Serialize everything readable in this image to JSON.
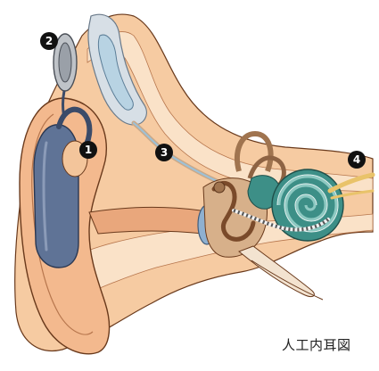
{
  "caption": "人工内耳図",
  "markers": [
    {
      "label": "1"
    },
    {
      "label": "2"
    },
    {
      "label": "3"
    },
    {
      "label": "4"
    }
  ],
  "colors": {
    "skin": "#f6cba2",
    "skin_light": "#fae2c8",
    "skin_dark": "#e9a77c",
    "outline": "#6a3a1c",
    "device_blue": "#5f7396",
    "device_dark": "#3b4b69",
    "coil_silver": "#bfc3c8",
    "electrode_blue": "#9cc1d8",
    "ossicle_brown": "#a0744f",
    "cochlea_teal": "#3d8f87",
    "cochlea_light": "#8ec9c2",
    "eardrum_blue": "#8eb0d0",
    "marker_black": "#111111"
  }
}
